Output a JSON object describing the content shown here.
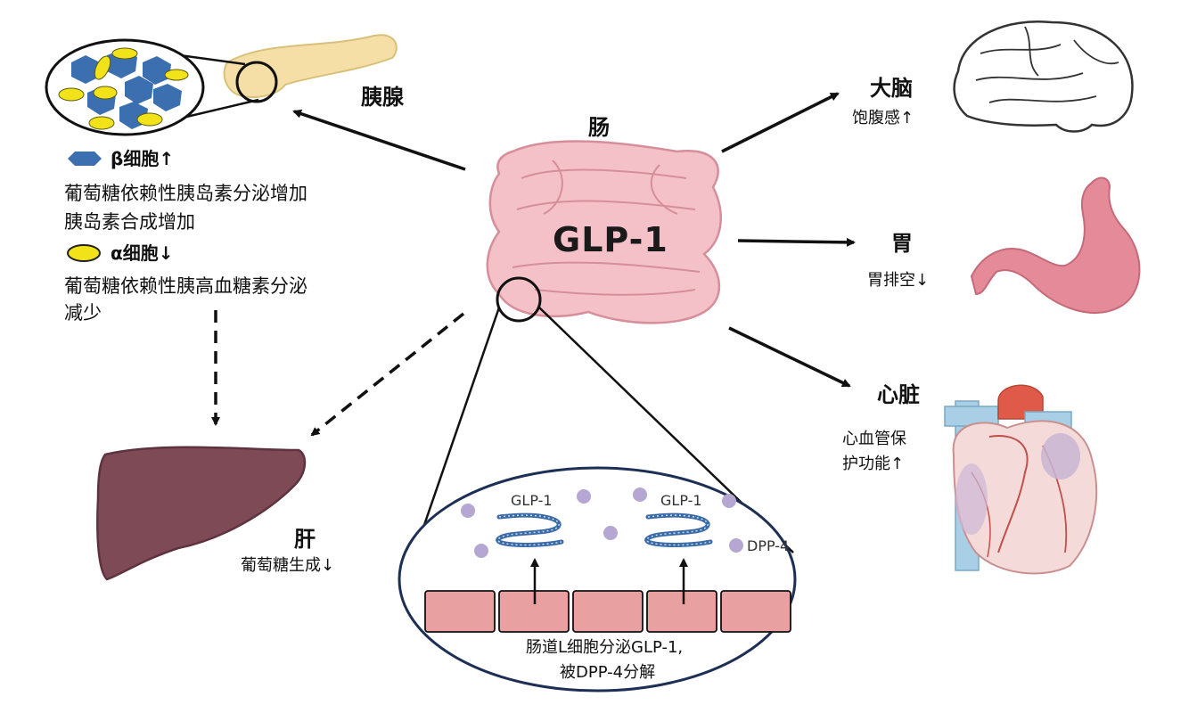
{
  "center": {
    "organ": "肠",
    "hormone": "GLP-1"
  },
  "pancreas": {
    "label": "胰腺",
    "beta_cell": "β细胞↑",
    "beta_effects": [
      "葡萄糖依赖性胰岛素分泌增加",
      "胰岛素合成增加"
    ],
    "alpha_cell": "α细胞↓",
    "alpha_effects": [
      "葡萄糖依赖性胰高血糖素分泌",
      "减少"
    ]
  },
  "brain": {
    "label": "大脑",
    "effect": "饱腹感↑"
  },
  "stomach": {
    "label": "胃",
    "effect": "胃排空↓"
  },
  "heart": {
    "label": "心脏",
    "effect_lines": [
      "心血管保",
      "护功能↑"
    ]
  },
  "liver": {
    "label": "肝",
    "effect": "葡萄糖生成↓"
  },
  "gut_inset": {
    "glp_left": "GLP-1",
    "glp_right": "GLP-1",
    "enzyme": "DPP-4",
    "caption_lines": [
      "肠道L细胞分泌GLP-1,",
      "被DPP-4分解"
    ]
  },
  "colors": {
    "beta_cell": "#3b6fb0",
    "alpha_cell": "#f2e21a",
    "intestine": "#f4c1c8",
    "liver": "#7e4a55",
    "stomach": "#e58a98",
    "heart_red": "#e05a4a",
    "heart_blue": "#a9cfe6",
    "dpp4_dot": "#b5a6d4"
  }
}
